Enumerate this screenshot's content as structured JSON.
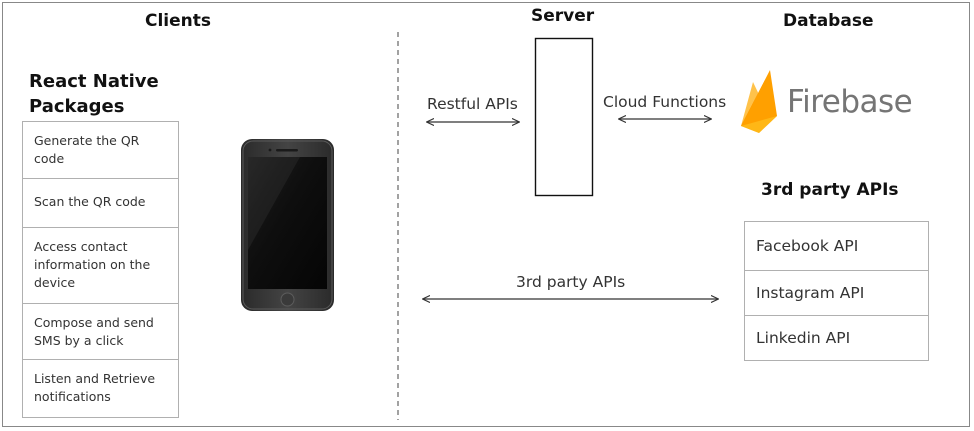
{
  "headings": {
    "clients": "Clients",
    "server": "Server",
    "database": "Database",
    "react_native_line1": "React Native",
    "react_native_line2": "Packages",
    "third_party_title": "3rd party APIs"
  },
  "packages": [
    "Generate the QR code",
    "Scan the QR code",
    "Access contact information on the device",
    "Compose and send SMS by a click",
    "Listen and Retrieve notifications"
  ],
  "connections": {
    "restful": "Restful APIs",
    "cloud_functions": "Cloud Functions",
    "third_party": "3rd party APIs"
  },
  "firebase": {
    "wordmark": "Firebase",
    "flame_colors": [
      "#FFA000",
      "#F57C00",
      "#FFCA28"
    ]
  },
  "third_party_apis": [
    "Facebook API",
    "Instagram API",
    "Linkedin API"
  ],
  "icons": [
    "smartphone-icon",
    "firebase-flame-icon"
  ]
}
